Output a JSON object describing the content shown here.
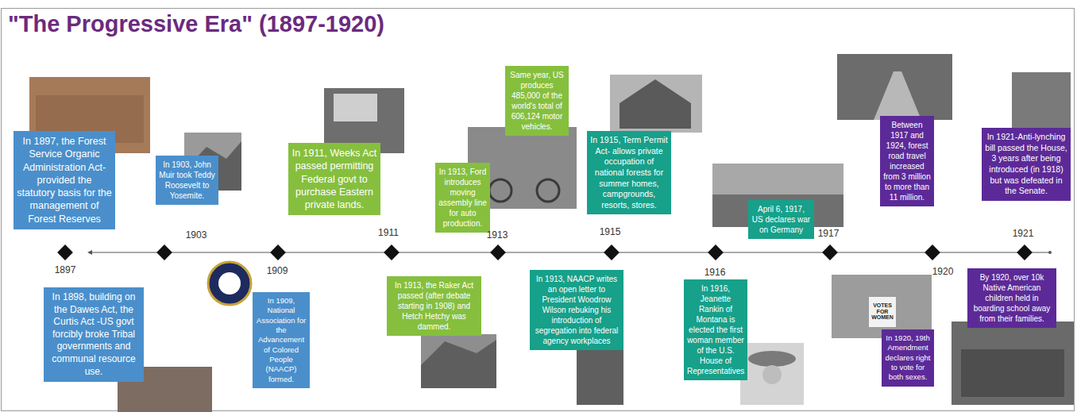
{
  "diagram": {
    "title": "\"The Progressive Era\" (1897-1920)",
    "nodes": [
      {
        "text": [
          "In 1897, the Forest Service Organic Administration Act- provided the statutory basis for the management of Forest Reserves"
        ]
      },
      {
        "text": [
          "In 1898, building on the Dawes Act, the Curtis Act -US govt forcibly broke Tribal governments and communal resource use."
        ]
      },
      {
        "text": [
          "In 1903, John Muir took Teddy Roosevelt to Yosemite."
        ]
      },
      {
        "text": [
          "In 1909, National Association for the Advancement of Colored People (NAACP) formed."
        ]
      },
      {
        "text": [
          "In 1911, Weeks Act passed permitting Federal govt to purchase Eastern private lands."
        ]
      },
      {
        "text": [
          "In 1913, Ford introduces moving assembly line for auto production."
        ]
      },
      {
        "text": [
          "Same year, US produces 485,000 of the world's total of 606,124 motor vehicles."
        ]
      },
      {
        "text": [
          "In 1913, the Raker Act passed (after debate starting in 1908) and Hetch Hetchy was dammed."
        ]
      },
      {
        "text": [
          "In 1913, NAACP writes an open letter to President Woodrow Wilson rebuking his introduction of segregation into federal agency workplaces"
        ]
      },
      {
        "text": [
          "In 1915, Term Permit Act- allows private occupation of national forests for summer homes, campgrounds, resorts, stores."
        ]
      },
      {
        "text": [
          "In 1916, Jeanette Rankin of Montana is elected the first woman member of the U.S. House of Representatives"
        ]
      },
      {
        "text": [
          "April 6, 1917, US declares war on Germany"
        ]
      },
      {
        "text": [
          "Between 1917 and 1924, forest road travel increased from 3 million to more than 11 million."
        ]
      },
      {
        "text": [
          "In 1920, 19th Amendment declares right to vote for both sexes."
        ]
      },
      {
        "text": [
          "By 1920, over 10k Native American children held in boarding school away from their families."
        ]
      },
      {
        "text": [
          "In 1921-Anti-lynching bill passed the House, 3 years after being introduced (in 1918) but was defeated in the Senate."
        ]
      }
    ],
    "labels": [
      "1897",
      "1903",
      "1909",
      "1911",
      "1913",
      "1915",
      "1916",
      "1917",
      "VOTES FOR WOMEN",
      "1920",
      "1921"
    ]
  }
}
